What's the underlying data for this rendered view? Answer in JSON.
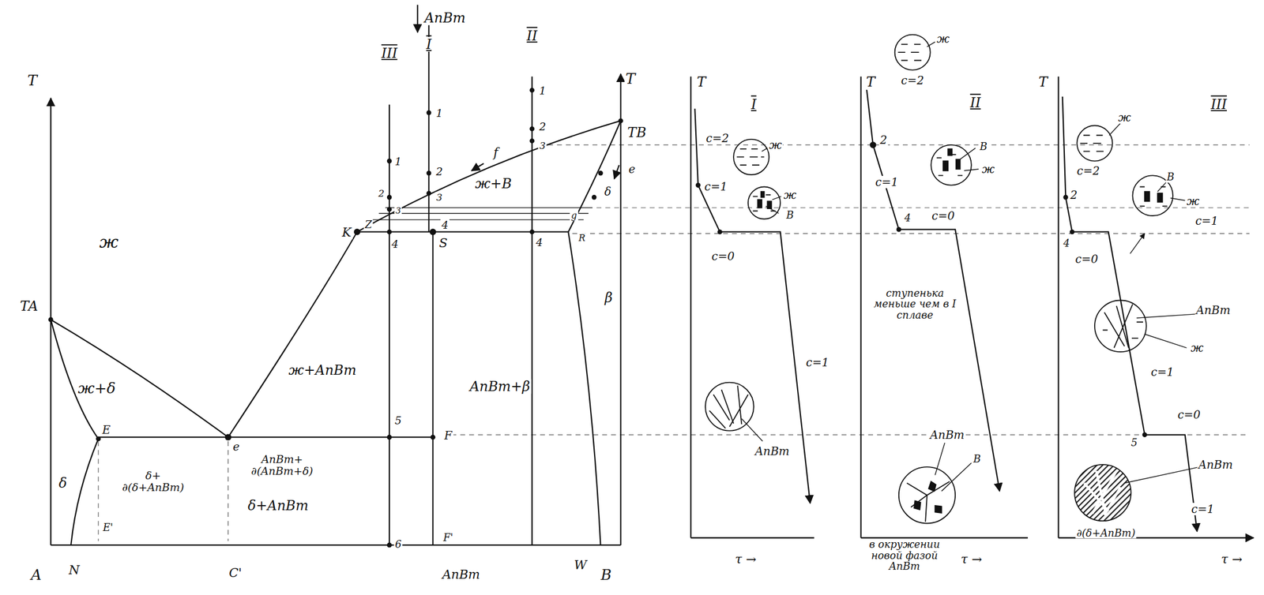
{
  "diagram": {
    "labels": [
      "AnBm",
      "I",
      "II",
      "III",
      "T",
      "T",
      "TB",
      "TA",
      "1",
      "2",
      "3",
      "4",
      "1",
      "2",
      "3",
      "4",
      "1",
      "2",
      "3",
      "4",
      "f",
      "e",
      "δ",
      "g",
      "R",
      "ж+B",
      "K",
      "Z",
      "S",
      "ж",
      "ж+AnBm",
      "AnBm+β",
      "β",
      "ж+δ",
      "E",
      "e",
      "5",
      "F",
      "δ",
      "δ+AnBm",
      "δ+ ∂(δ+AnBm)",
      "AnBm+ ∂(AnBm+δ)",
      "E'",
      "6",
      "F'",
      "A",
      "N",
      "C'",
      "AnBm",
      "W",
      "B",
      "T",
      "I",
      "c=2",
      "ж",
      "c=1",
      "ж",
      "B",
      "c=0",
      "c=1",
      "AnBm",
      "τ →",
      "T",
      "ж",
      "c=2",
      "II",
      "B",
      "ж",
      "2",
      "c=1",
      "4",
      "c=0",
      "ступенька меньше чем в I сплаве",
      "AnBm",
      "B",
      "в окружении новой фазой AnBm",
      "τ →",
      "T",
      "ж",
      "c=2",
      "III",
      "2",
      "B",
      "ж",
      "c=1",
      "4",
      "c=0",
      "AnBm",
      "ж",
      "c=1",
      "5",
      "c=0",
      "AnBm",
      "c=1",
      "∂(δ+AnBm)",
      "τ →"
    ]
  }
}
